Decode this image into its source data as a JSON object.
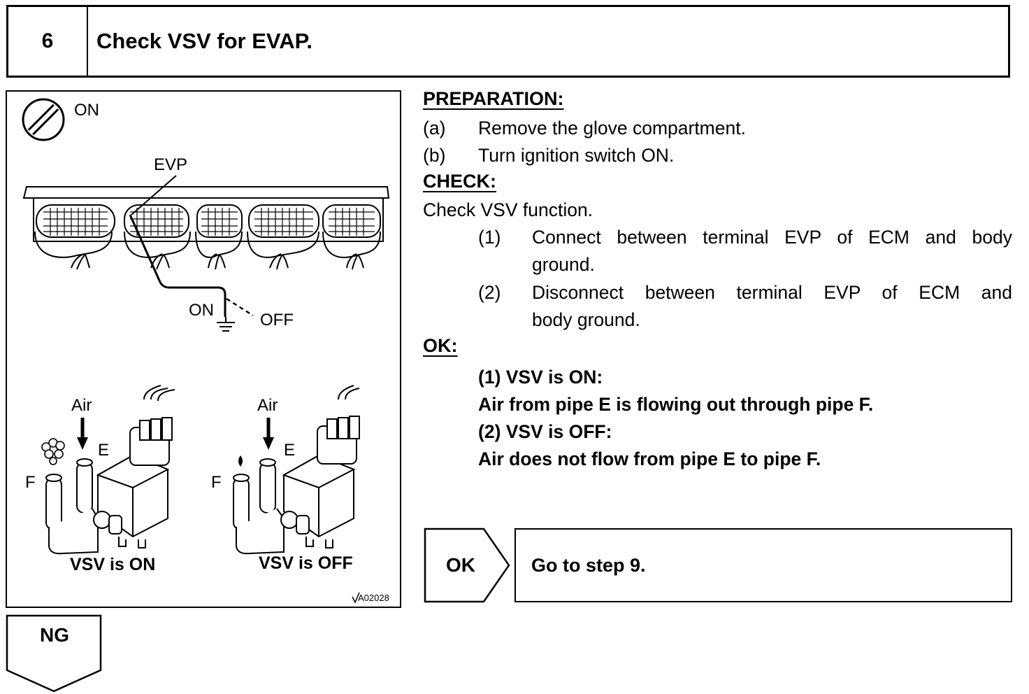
{
  "header": {
    "step": "6",
    "title": "Check VSV for EVAP."
  },
  "figure": {
    "ignition": "ON",
    "terminal": "EVP",
    "switch_on": "ON",
    "switch_off": "OFF",
    "left_valve": {
      "air": "Air",
      "pipe_e": "E",
      "pipe_f": "F",
      "caption": "VSV is ON"
    },
    "right_valve": {
      "air": "Air",
      "pipe_e": "E",
      "pipe_f": "F",
      "caption": "VSV is OFF"
    },
    "code": "A02028"
  },
  "preparation": {
    "heading": "PREPARATION:",
    "items": [
      {
        "marker": "(a)",
        "text": "Remove the glove compartment."
      },
      {
        "marker": "(b)",
        "text": "Turn ignition switch ON."
      }
    ]
  },
  "check": {
    "heading": "CHECK:",
    "intro": "Check VSV function.",
    "items": [
      {
        "marker": "(1)",
        "line1": "Connect between terminal EVP of ECM and body",
        "line2": "ground."
      },
      {
        "marker": "(2)",
        "line1": "Disconnect between terminal EVP of ECM and",
        "line2": "body ground."
      }
    ]
  },
  "ok": {
    "heading": "OK:",
    "lines": [
      "(1) VSV is ON:",
      "Air from pipe E is flowing out through pipe F.",
      "(2) VSV is OFF:",
      "Air does not flow from pipe E to pipe F."
    ]
  },
  "result_ok": {
    "tag": "OK",
    "action": "Go to step 9."
  },
  "result_ng": {
    "tag": "NG"
  }
}
